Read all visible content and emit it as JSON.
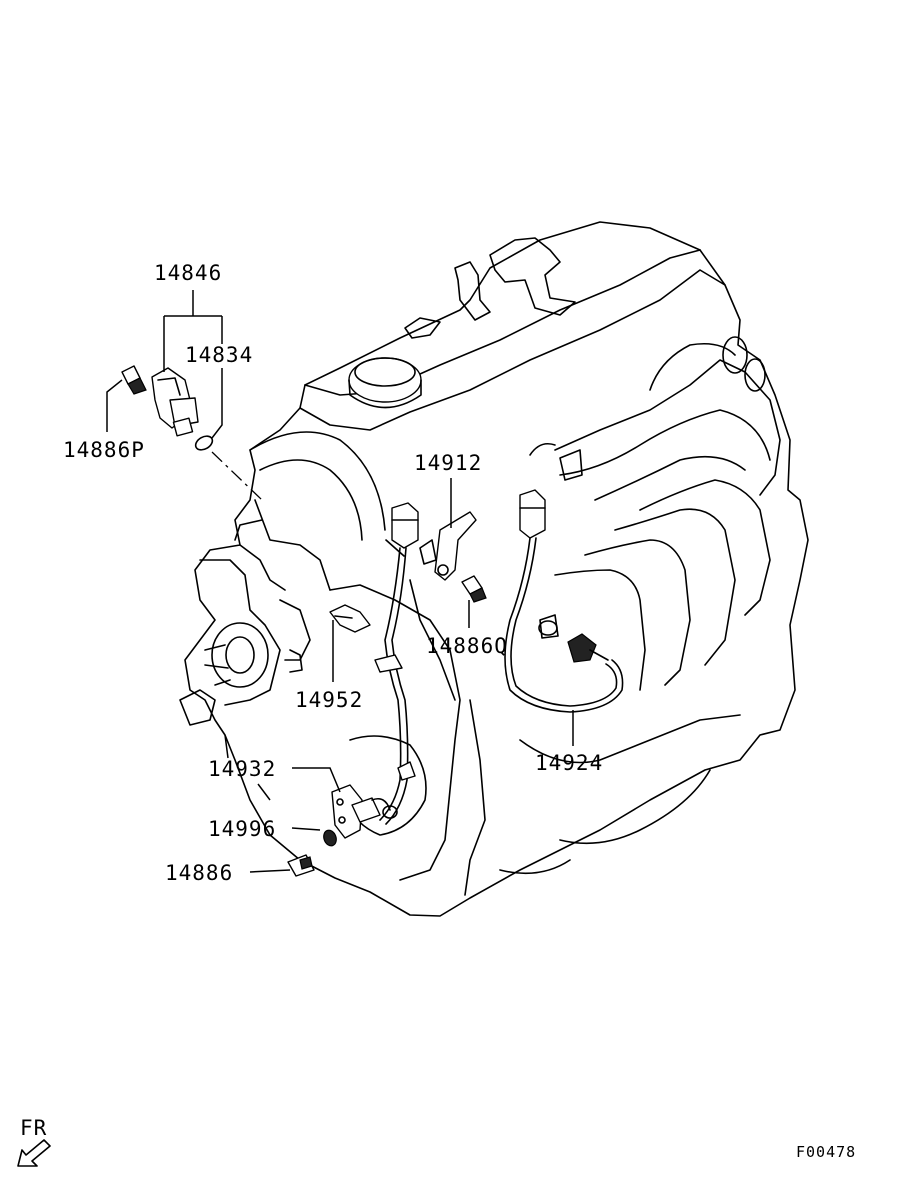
{
  "labels": {
    "p14846": "14846",
    "p14834": "14834",
    "p14886P": "14886P",
    "p14912": "14912",
    "p14886Q": "14886Q",
    "p14952": "14952",
    "p14924": "14924",
    "p14932": "14932",
    "p14996": "14996",
    "p14886": "14886"
  },
  "orientation": {
    "text": "FR",
    "icon": "front-direction-arrow-icon"
  },
  "figure_code": "F00478",
  "colors": {
    "line": "#000000",
    "background": "#ffffff"
  }
}
